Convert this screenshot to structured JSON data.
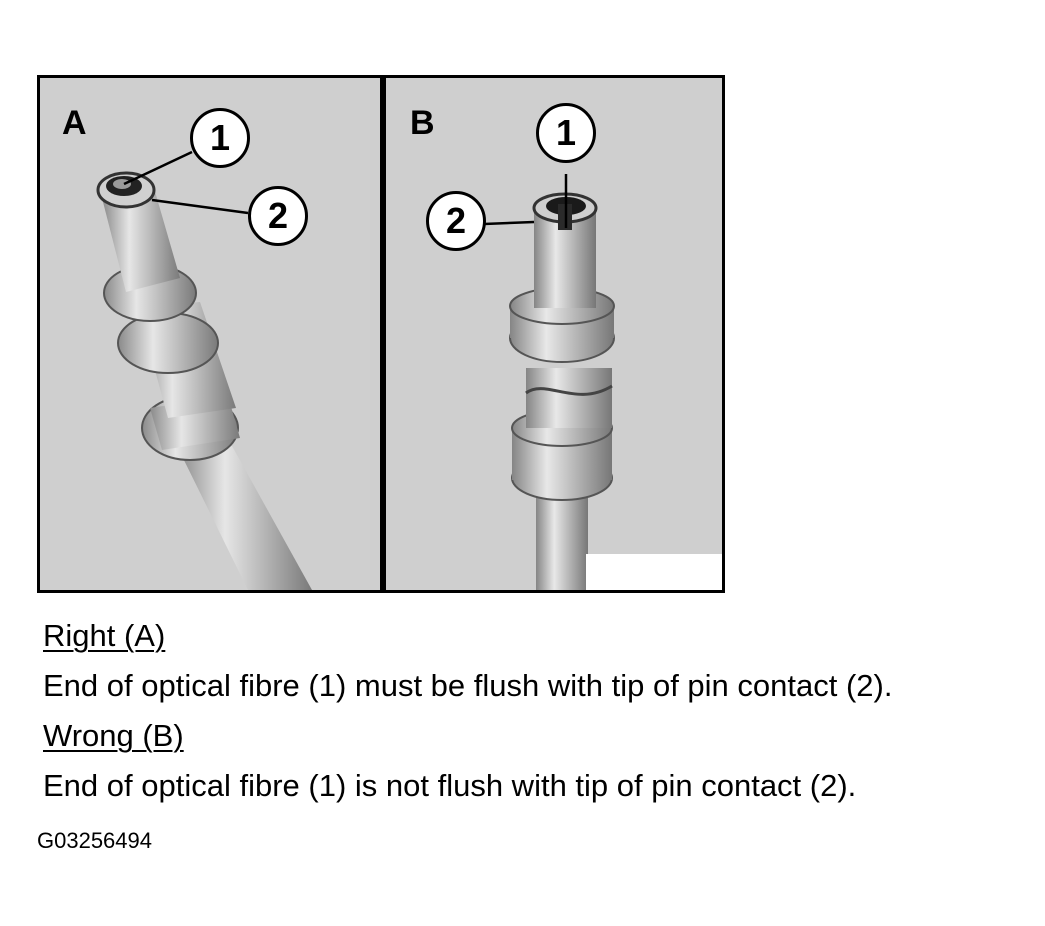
{
  "panels": {
    "a": {
      "letter": "A",
      "callout_1": "1",
      "callout_2": "2"
    },
    "b": {
      "letter": "B",
      "callout_1": "1",
      "callout_2": "2"
    }
  },
  "captions": {
    "right_heading": "Right (A)",
    "right_text": "End of optical fibre (1) must be flush with tip of pin contact (2).",
    "wrong_heading": "Wrong (B)",
    "wrong_text": "End of optical fibre (1) is not flush with tip of pin contact (2)."
  },
  "figure_id": "G03256494"
}
